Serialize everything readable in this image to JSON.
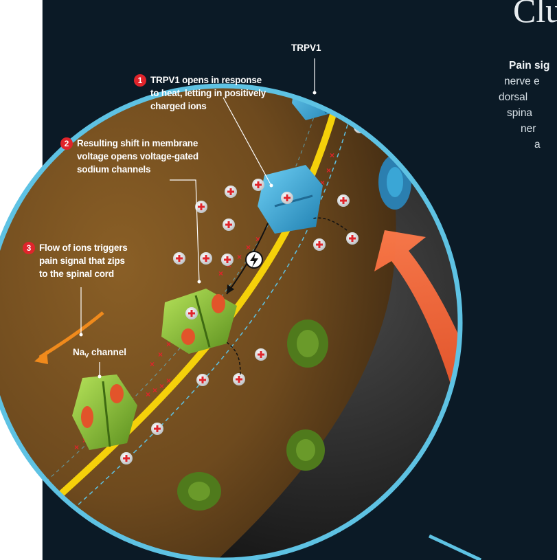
{
  "title_fragment": "Clu",
  "body_text": {
    "line1_bold": "Pain sig",
    "line2": "nerve e",
    "line3": "dorsal",
    "line4": "spina",
    "line5": "ner",
    "line6": "a"
  },
  "labels": {
    "trpv1": "TRPV1",
    "nav_prefix": "Na",
    "nav_sub": "V",
    "nav_suffix": " channel"
  },
  "steps": [
    {
      "num": "1",
      "lines": [
        "TRPV1 opens in response",
        "to heat, letting in positively",
        "charged ions"
      ]
    },
    {
      "num": "2",
      "lines": [
        "Resulting shift in membrane",
        "voltage opens voltage-gated",
        "sodium channels"
      ]
    },
    {
      "num": "3",
      "lines": [
        "Flow of ions triggers",
        "pain signal that zips",
        "to the spinal cord"
      ]
    }
  ],
  "colors": {
    "panel_bg": "#0b1a26",
    "cell_interior": "#6e4a1e",
    "membrane": "#f5d10a",
    "ring": "#5ec2e3",
    "trpv1": "#3aa6d6",
    "nav": "#8cc63f",
    "badge": "#e0242b",
    "heat_arrow": "#ff5a2a",
    "signal_arrow": "#f08a1c"
  },
  "icons": [
    "lightning-icon",
    "plus-ion-icon",
    "heat-arrow-icon",
    "signal-arrow-icon"
  ]
}
